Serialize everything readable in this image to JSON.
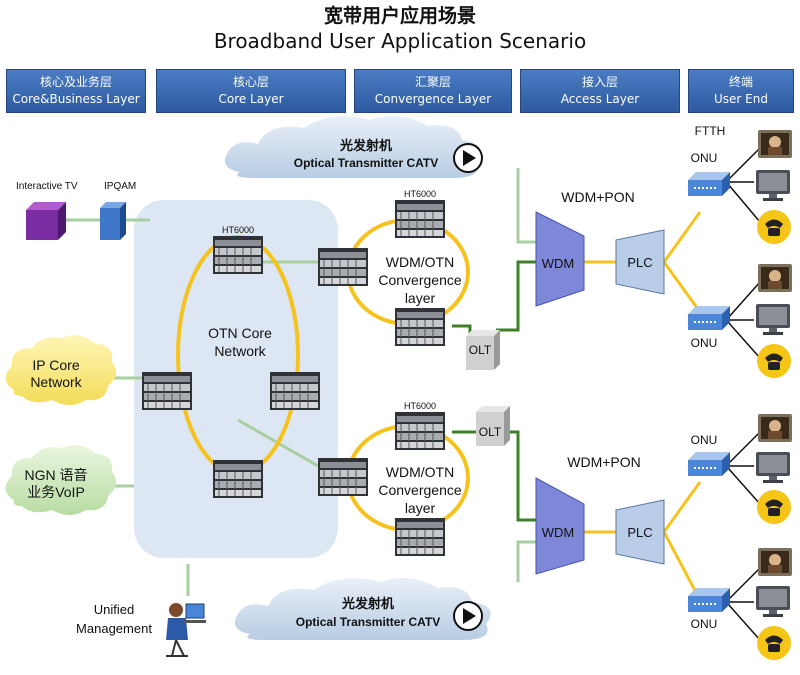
{
  "title_cn": "宽带用户应用场景",
  "title_en": "Broadband User Application Scenario",
  "layers": [
    {
      "cn": "核心及业务层",
      "en": "Core&Business Layer"
    },
    {
      "cn": "核心层",
      "en": "Core Layer"
    },
    {
      "cn": "汇聚层",
      "en": "Convergence Layer"
    },
    {
      "cn": "接入层",
      "en": "Access Layer"
    },
    {
      "cn": "终端",
      "en": "User End"
    }
  ],
  "clouds": {
    "top_cn": "光发射机",
    "top_en": "Optical Transmitter CATV",
    "bottom_cn": "光发射机",
    "bottom_en": "Optical Transmitter CATV",
    "ip_core_1": "IP Core",
    "ip_core_2": "Network",
    "ngn_1": "NGN 语音",
    "ngn_2": "业务VoIP"
  },
  "left": {
    "interactive_tv": "Interactive TV",
    "ipqam": "IPQAM",
    "unified_1": "Unified",
    "unified_2": "Management"
  },
  "core": {
    "ht6000": "HT6000",
    "otn_1": "OTN Core",
    "otn_2": "Network"
  },
  "convergence": {
    "ht6000": "HT6000",
    "label_1": "WDM/OTN",
    "label_2": "Convergence",
    "label_3": "layer"
  },
  "access": {
    "olt": "OLT",
    "wdm": "WDM",
    "plc": "PLC",
    "wdm_pon": "WDM+PON"
  },
  "user_end": {
    "ftth": "FTTH",
    "onu": "ONU"
  },
  "colors": {
    "ring": "#f6c31e",
    "green_link": "#3f7f2a",
    "gray_link": "#a7cfa0",
    "layer_bar": "#3a6ab3",
    "core_panel": "#dde6f3",
    "wdm": "#7e87d8",
    "plc": "#b9cce8"
  }
}
